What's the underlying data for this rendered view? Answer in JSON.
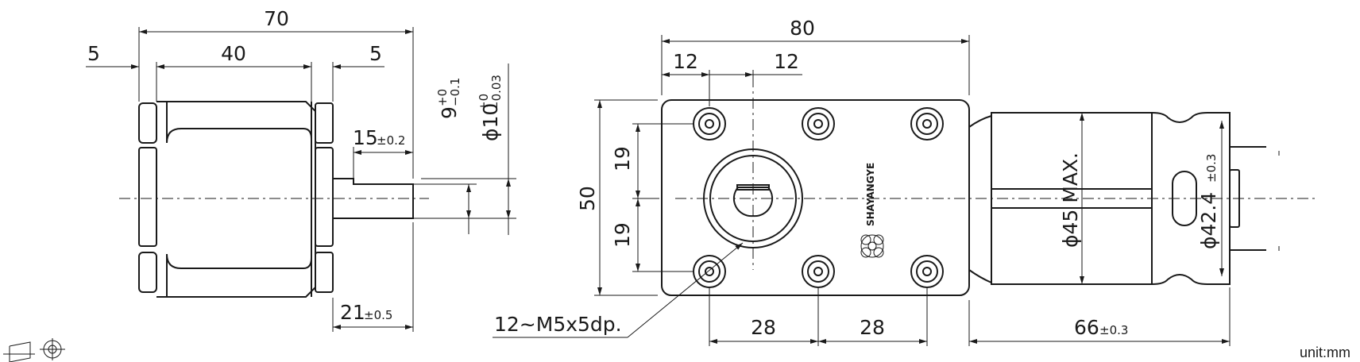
{
  "side_view": {
    "dims": {
      "overall": "70",
      "left_flange": "5",
      "body": "40",
      "right_flange": "5",
      "shaft_flat": "15",
      "shaft_flat_tol": "±0.2",
      "shaft_length": "21",
      "shaft_length_tol": "±0.5",
      "flat_height": "9",
      "flat_height_tol_upper": "+0",
      "flat_height_tol_lower": "−0.1",
      "shaft_dia": "ϕ10",
      "shaft_dia_tol_upper": "+0",
      "shaft_dia_tol_lower": "−0.03"
    }
  },
  "front_view": {
    "dims": {
      "width": "80",
      "hole_offset_left": "12",
      "hole_offset_right": "12",
      "height": "50",
      "hole_pitch_upper": "19",
      "hole_pitch_lower": "19",
      "bottom_pitch_left": "28",
      "bottom_pitch_right": "28",
      "thread_callout": "12~M5x5dp."
    },
    "brand": "SHAYANGYE"
  },
  "motor_view": {
    "dims": {
      "motor_dia": "ϕ45 MAX.",
      "can_dia": "ϕ42.4",
      "can_dia_tol": "±0.3",
      "motor_length": "66",
      "motor_length_tol": "±0.3"
    }
  },
  "footer": {
    "unit_label": "unit:mm",
    "projection_symbol": "third-angle-projection-icon"
  }
}
